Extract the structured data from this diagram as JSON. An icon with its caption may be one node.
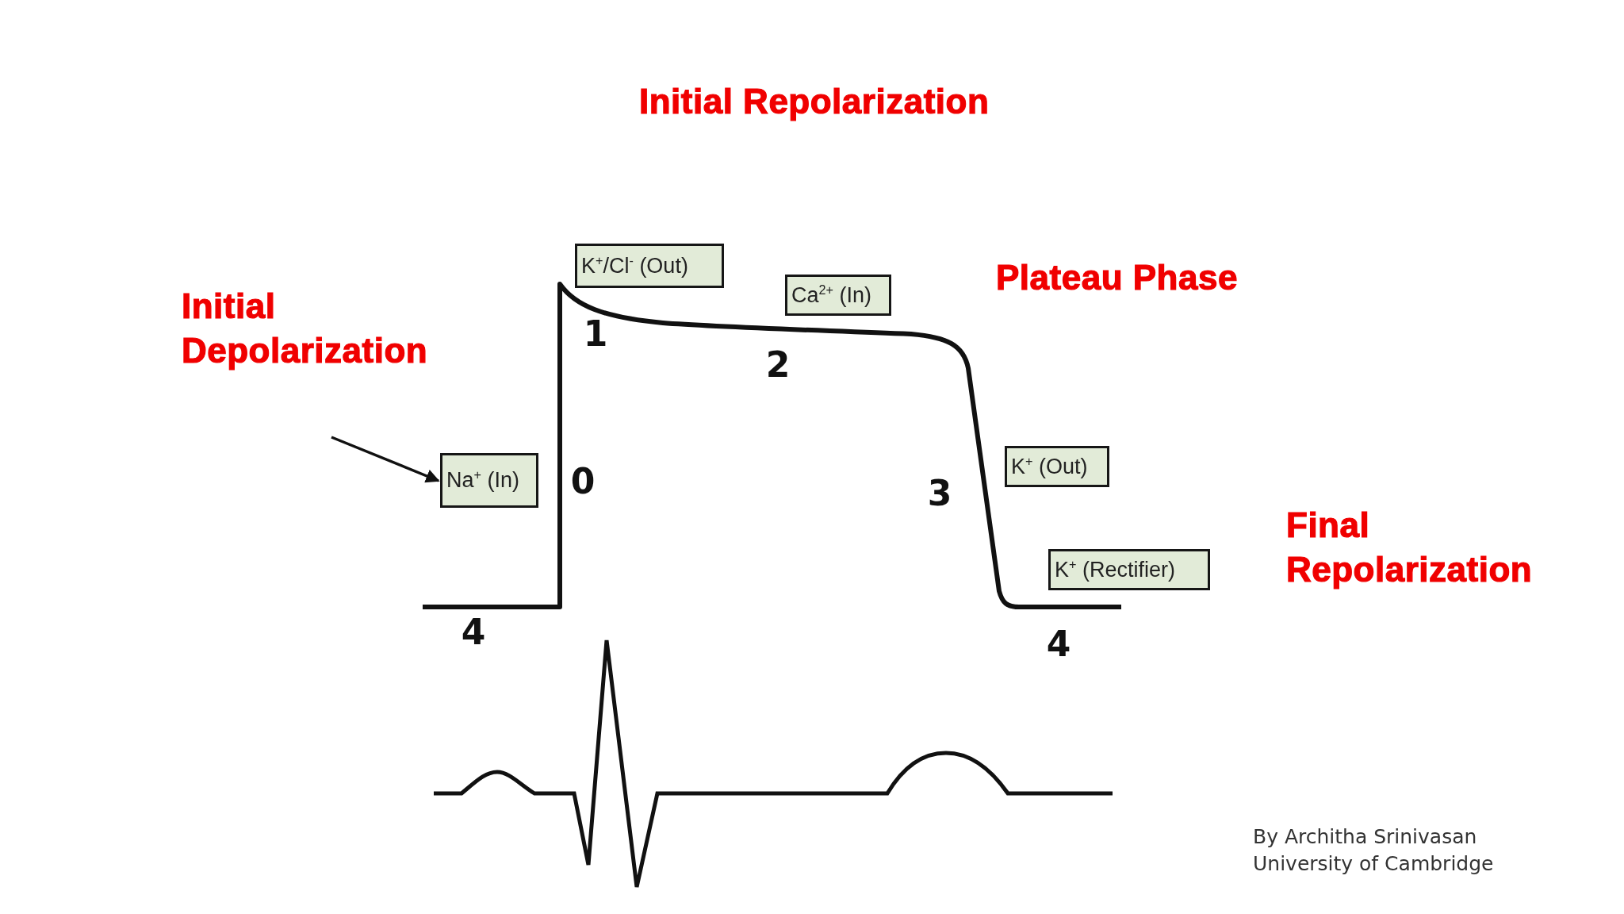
{
  "diagram": {
    "nodes": [
      {
        "text": [
          "K$^{+}$/Cl$^{-}$ (Out)"
        ]
      },
      {
        "text": [
          "Ca$^{2+}$ (In)"
        ]
      },
      {
        "text": [
          "Na$^{+}$ (In)"
        ]
      },
      {
        "text": [
          "K$^{+}$ (Out)"
        ]
      },
      {
        "text": [
          "K$^{+}$ (Rectifier)"
        ]
      }
    ],
    "edges": [
      {
        "from": null,
        "to": 2,
        "arrow": "to"
      }
    ],
    "labels": [
      "Initial Repolarization",
      "Plateau Phase",
      "Initial Depolarization",
      "1",
      "2",
      "0",
      "3",
      "Final Repolarization",
      "4",
      "4",
      "By Architha Srinivasan University of Cambridge"
    ]
  }
}
